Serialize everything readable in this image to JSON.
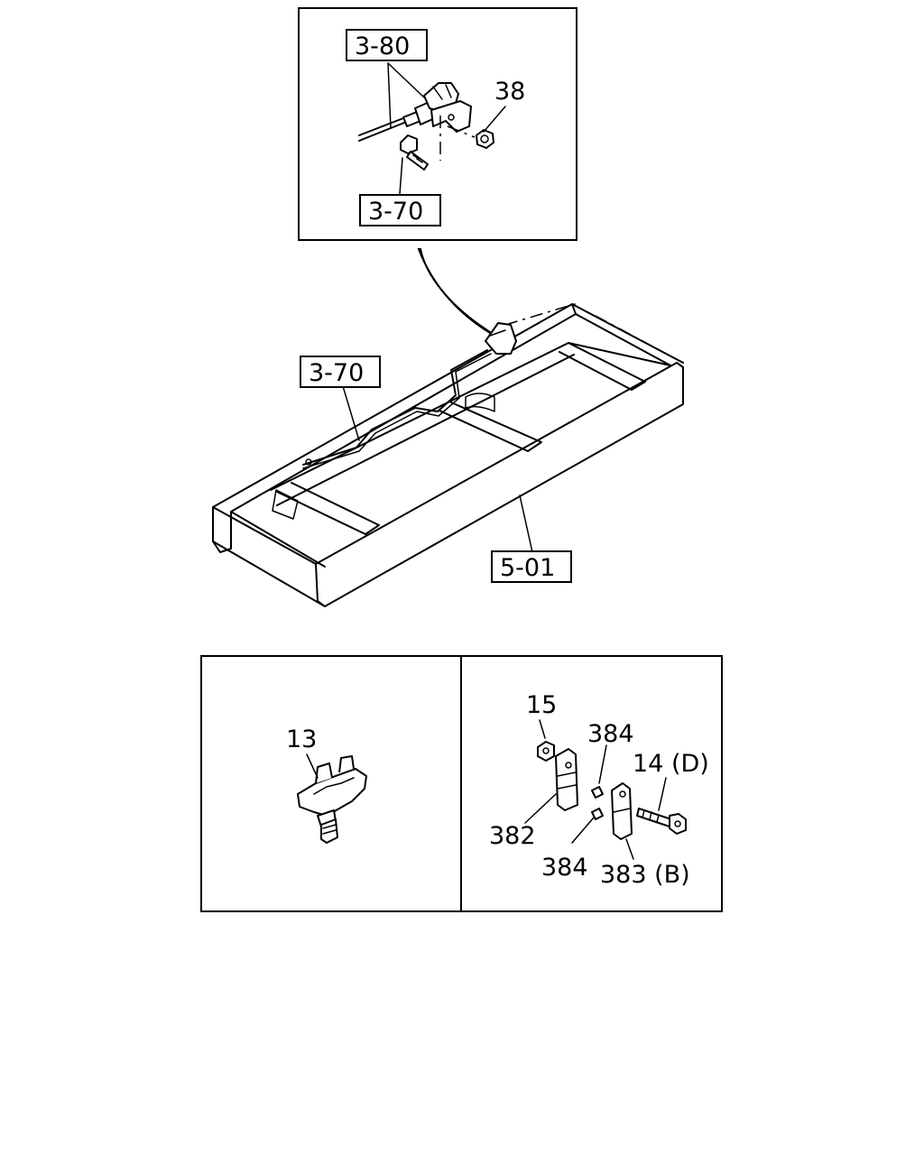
{
  "callouts": {
    "top_inset_ref": "3-80",
    "top_inset_nut": "38",
    "top_inset_bolt_ref": "3-70",
    "frame_cable_ref": "3-70",
    "frame_ref": "5-01",
    "clip_part": "13",
    "nut_part": "15",
    "spacer_upper": "384",
    "spacer_lower": "384",
    "bolt_part": "14 (D)",
    "bracket_a": "382",
    "bracket_b": "383 (B)"
  }
}
